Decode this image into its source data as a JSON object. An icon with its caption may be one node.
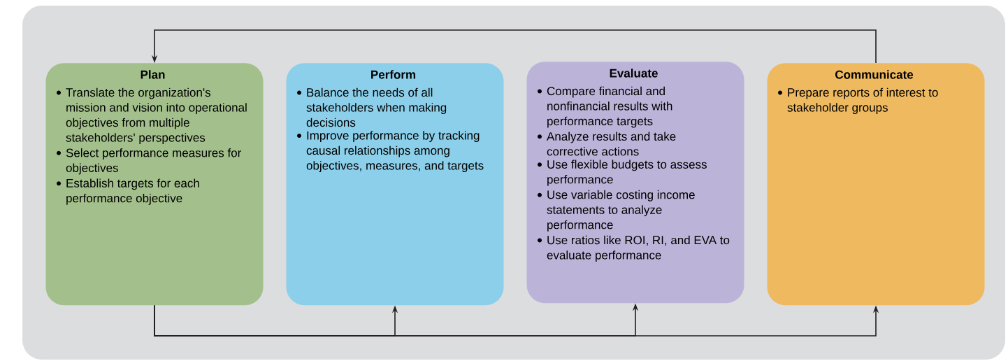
{
  "diagram": {
    "nodes": [
      {
        "text": [
          "Plan",
          "Translate the organization's mission and vision into operational objectives from multiple stakeholders' perspectives",
          "Select performance measures for objectives",
          "Establish targets for each performance objective"
        ]
      },
      {
        "text": [
          "Perform",
          "Balance the needs of all stakeholders when making decisions",
          "Improve performance by tracking causal relationships among objectives, measures, and targets"
        ]
      },
      {
        "text": [
          "Evaluate",
          "Compare financial and nonfinancial results with performance targets",
          "Analyze results and take corrective actions",
          "Use flexible budgets to assess performance",
          "Use variable costing income statements to analyze performance",
          "Use ratios like ROI, RI, and EVA to evaluate performance"
        ]
      },
      {
        "text": [
          "Communicate",
          "Prepare reports of interest to stakeholder groups"
        ]
      }
    ],
    "edges": [
      {
        "from": 3,
        "to": 0,
        "arrow": "to"
      },
      {
        "from": 0,
        "to": 1,
        "arrow": "to"
      },
      {
        "from": 0,
        "to": 2,
        "arrow": "to"
      },
      {
        "from": 0,
        "to": 3,
        "arrow": "to"
      }
    ]
  }
}
